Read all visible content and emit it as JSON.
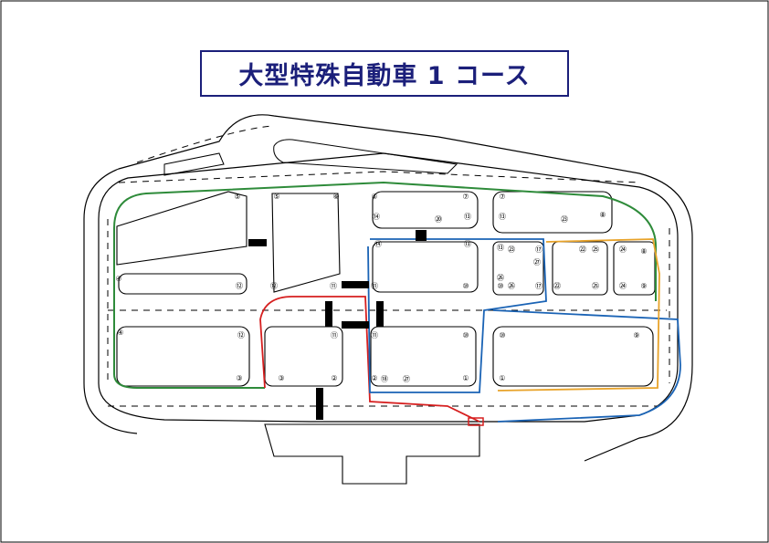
{
  "title": "大型特殊自動車 1 コース",
  "colors": {
    "title": "#1b1f7a",
    "green": "#2e8b3a",
    "red": "#d61f1f",
    "blue": "#1a63b5",
    "orange": "#e8a32a"
  },
  "markers": [
    {
      "id": "m-5a",
      "label": "⑤"
    },
    {
      "id": "m-5b",
      "label": "⑤"
    },
    {
      "id": "m-6a",
      "label": "⑥"
    },
    {
      "id": "m-6b",
      "label": "⑥"
    },
    {
      "id": "m-7a",
      "label": "⑦"
    },
    {
      "id": "m-7b",
      "label": "⑦"
    },
    {
      "id": "m-8a",
      "label": "⑧"
    },
    {
      "id": "m-8b",
      "label": "⑧"
    },
    {
      "id": "m-14a",
      "label": "⑭"
    },
    {
      "id": "m-14b",
      "label": "⑭"
    },
    {
      "id": "m-13a",
      "label": "⑬"
    },
    {
      "id": "m-13b",
      "label": "⑬"
    },
    {
      "id": "m-13c",
      "label": "⑬"
    },
    {
      "id": "m-13d",
      "label": "⑬"
    },
    {
      "id": "m-4a",
      "label": "④"
    },
    {
      "id": "m-4b",
      "label": "④"
    },
    {
      "id": "m-12a",
      "label": "⑫"
    },
    {
      "id": "m-12b",
      "label": "⑫"
    },
    {
      "id": "m-12c",
      "label": "⑫"
    },
    {
      "id": "m-11a",
      "label": "⑪"
    },
    {
      "id": "m-11b",
      "label": "⑪"
    },
    {
      "id": "m-11c",
      "label": "⑪"
    },
    {
      "id": "m-11d",
      "label": "⑪"
    },
    {
      "id": "m-10a",
      "label": "⑩"
    },
    {
      "id": "m-10b",
      "label": "⑩"
    },
    {
      "id": "m-10c",
      "label": "⑩"
    },
    {
      "id": "m-10d",
      "label": "⑩"
    },
    {
      "id": "m-9a",
      "label": "⑨"
    },
    {
      "id": "m-9b",
      "label": "⑨"
    },
    {
      "id": "m-3a",
      "label": "③"
    },
    {
      "id": "m-3b",
      "label": "③"
    },
    {
      "id": "m-2a",
      "label": "②"
    },
    {
      "id": "m-2b",
      "label": "②"
    },
    {
      "id": "m-1a",
      "label": "①"
    },
    {
      "id": "m-1b",
      "label": "①"
    },
    {
      "id": "m-17a",
      "label": "⑰"
    },
    {
      "id": "m-17b",
      "label": "⑰"
    },
    {
      "id": "m-18",
      "label": "⑱"
    },
    {
      "id": "m-20",
      "label": "⑳"
    },
    {
      "id": "m-22a",
      "label": "㉒"
    },
    {
      "id": "m-22b",
      "label": "㉒"
    },
    {
      "id": "m-23a",
      "label": "㉓"
    },
    {
      "id": "m-23b",
      "label": "㉓"
    },
    {
      "id": "m-24a",
      "label": "㉔"
    },
    {
      "id": "m-24b",
      "label": "㉔"
    },
    {
      "id": "m-25a",
      "label": "㉕"
    },
    {
      "id": "m-25b",
      "label": "㉕"
    },
    {
      "id": "m-26a",
      "label": "㉖"
    },
    {
      "id": "m-26b",
      "label": "㉖"
    },
    {
      "id": "m-27a",
      "label": "㉗"
    },
    {
      "id": "m-27b",
      "label": "㉗"
    }
  ]
}
